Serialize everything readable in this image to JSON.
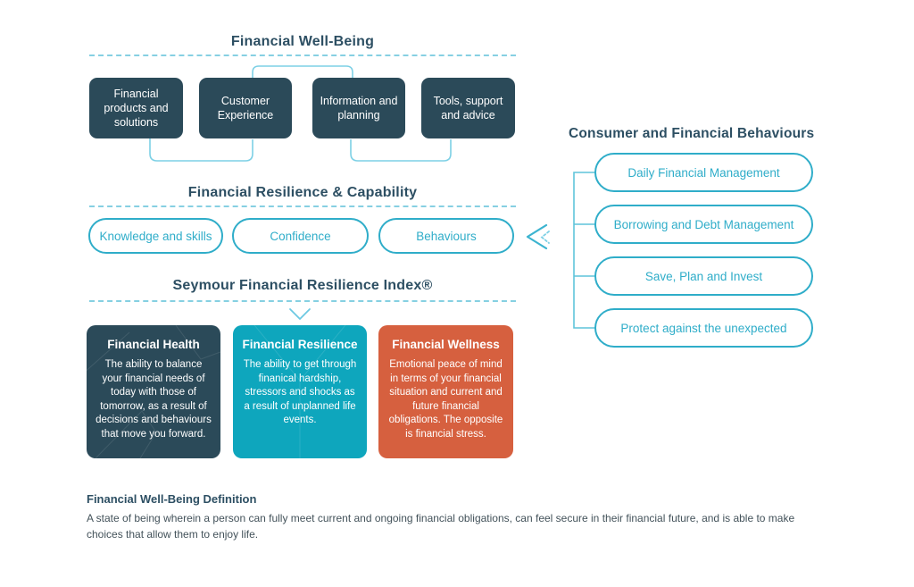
{
  "colors": {
    "heading": "#2d4f63",
    "pillar_box_bg": "#2b4a59",
    "card_dark_bg": "#2b4a59",
    "card_teal_bg": "#0ea6bd",
    "card_orange_bg": "#d6603f",
    "pill_accent": "#2fadc9",
    "connector_blue": "#7dd0e5",
    "dashed_divider_blue": "#7accdf",
    "body_text": "#43525a",
    "card_text": "#ffffff"
  },
  "well_being": {
    "title": "Financial Well-Being",
    "pillars": [
      "Financial products and solutions",
      "Customer Experience",
      "Information and planning",
      "Tools, support and advice"
    ]
  },
  "resilience_capability": {
    "title": "Financial Resilience & Capability",
    "pills": [
      "Knowledge and skills",
      "Confidence",
      "Behaviours"
    ]
  },
  "index_section": {
    "title": "Seymour Financial Resilience Index®",
    "cards": [
      {
        "title": "Financial Health",
        "body": "The ability to balance your financial needs of today with those of tomorrow, as a result of decisions and behaviours that move you forward."
      },
      {
        "title": "Financial Resilience",
        "body": "The ability to get through finanical hardship, stressors and shocks as a result of unplanned life events."
      },
      {
        "title": "Financial Wellness",
        "body": "Emotional peace of mind in terms of your financial situation and current and future financial obligations. The opposite is financial stress."
      }
    ]
  },
  "behaviours_panel": {
    "title": "Consumer and Financial Behaviours",
    "pills": [
      "Daily Financial Management",
      "Borrowing and Debt Management",
      "Save, Plan and Invest",
      "Protect against the unexpected"
    ]
  },
  "definition": {
    "title": "Financial Well-Being Definition",
    "body": "A state of being wherein a person can fully meet current and ongoing financial obligations, can feel secure in their financial future, and is able to make choices that allow them to enjoy life."
  }
}
